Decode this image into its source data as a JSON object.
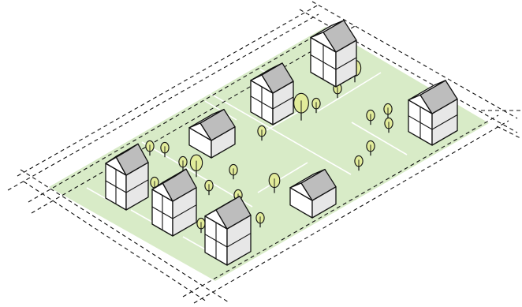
{
  "scene": {
    "kind": "isometric-neighborhood-plan",
    "houses_two_story": 6,
    "houses_one_story": 2,
    "trees": 24
  },
  "colors": {
    "background": "#ffffff",
    "lot_fill": "#d8ebc7",
    "lot_lines": "#ffffff",
    "road_dashes": "#111111",
    "house_fill": "#ffffff",
    "house_shade": "#e7e7e7",
    "house_dark": "#bdbdbd",
    "outline": "#111111",
    "tree_fill": "#e2ec9a",
    "tree_trunk": "#111111"
  }
}
